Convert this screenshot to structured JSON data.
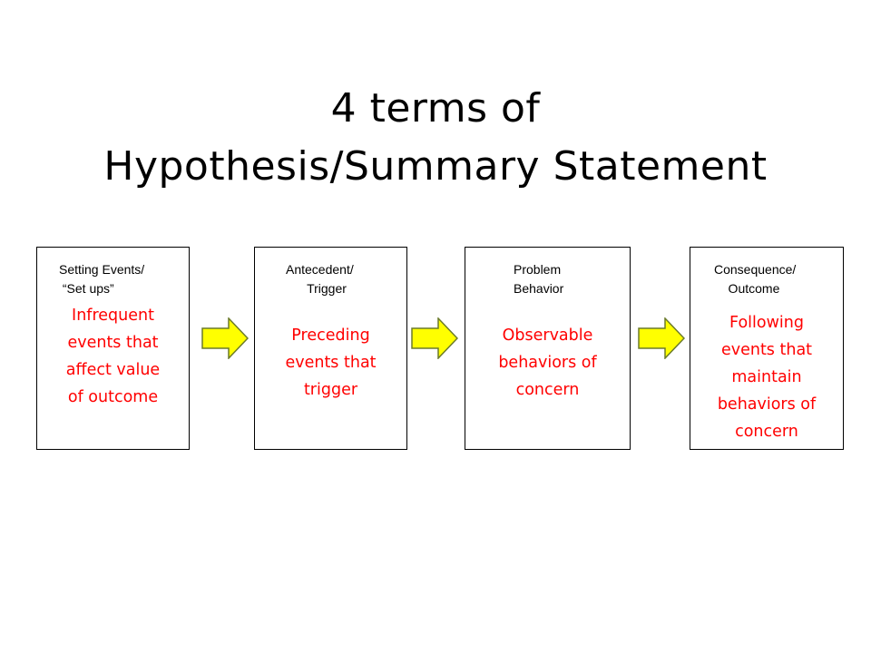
{
  "title": {
    "line1": "4 terms of",
    "line2": "Hypothesis/Summary Statement"
  },
  "colors": {
    "description_text": "#ff0000",
    "arrow_fill": "#ffff00",
    "arrow_stroke": "#6b7a2a",
    "box_border": "#000000"
  },
  "terms": [
    {
      "heading": "Setting Events/\n “Set ups”",
      "description": "Infrequent\nevents that\naffect value\nof outcome"
    },
    {
      "heading": "Antecedent/\n      Trigger",
      "description": "Preceding\nevents that\ntrigger"
    },
    {
      "heading": "Problem\nBehavior",
      "description": "Observable\nbehaviors of\nconcern"
    },
    {
      "heading": "Consequence/\n    Outcome",
      "description": "Following\nevents that\nmaintain\nbehaviors of\nconcern"
    }
  ],
  "arrows": [
    {
      "icon": "right-arrow-icon"
    },
    {
      "icon": "right-arrow-icon"
    },
    {
      "icon": "right-arrow-icon"
    }
  ]
}
